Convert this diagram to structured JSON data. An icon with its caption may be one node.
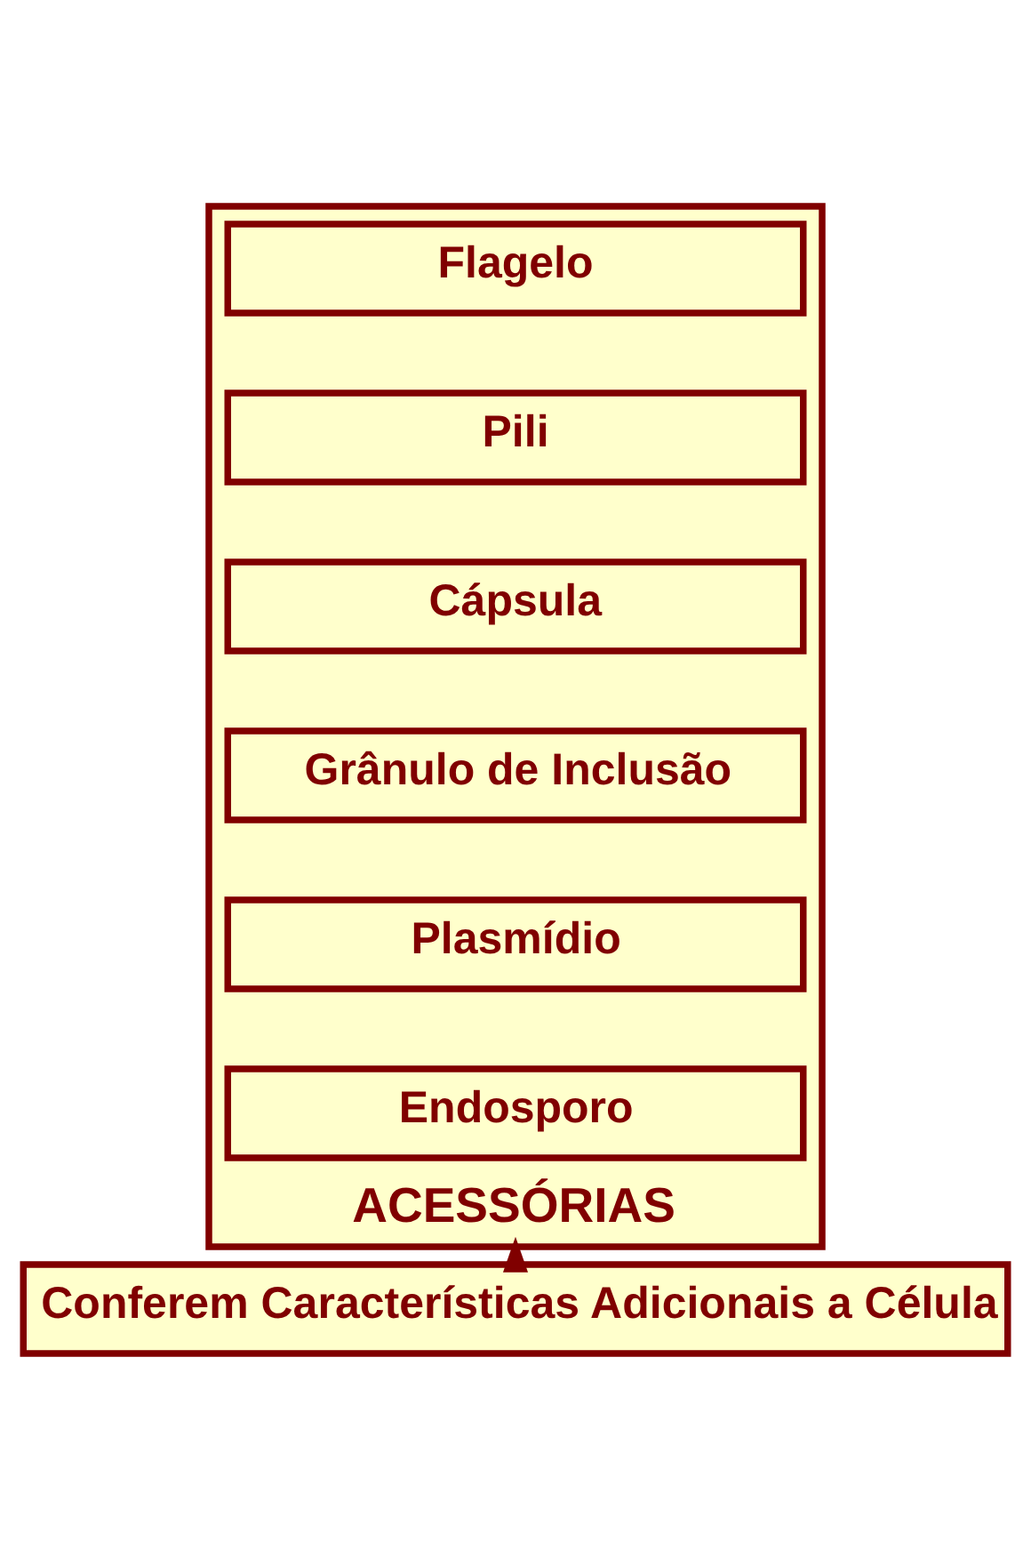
{
  "diagram": {
    "nodes": [
      {
        "text": [
          "ACESSÓRIAS"
        ]
      },
      {
        "text": [
          "Flagelo"
        ],
        "in": 0
      },
      {
        "text": [
          "Pili"
        ],
        "in": 0
      },
      {
        "text": [
          "Cápsula"
        ],
        "in": 0
      },
      {
        "text": [
          "Grânulo de Inclusão"
        ],
        "in": 0
      },
      {
        "text": [
          "Plasmídio"
        ],
        "in": 0
      },
      {
        "text": [
          "Endosporo"
        ],
        "in": 0
      },
      {
        "text": [
          "Conferem Características Adicionais a Célula"
        ]
      }
    ],
    "edges": [
      {
        "from": 7,
        "to": 0,
        "arrow": "to"
      }
    ]
  }
}
